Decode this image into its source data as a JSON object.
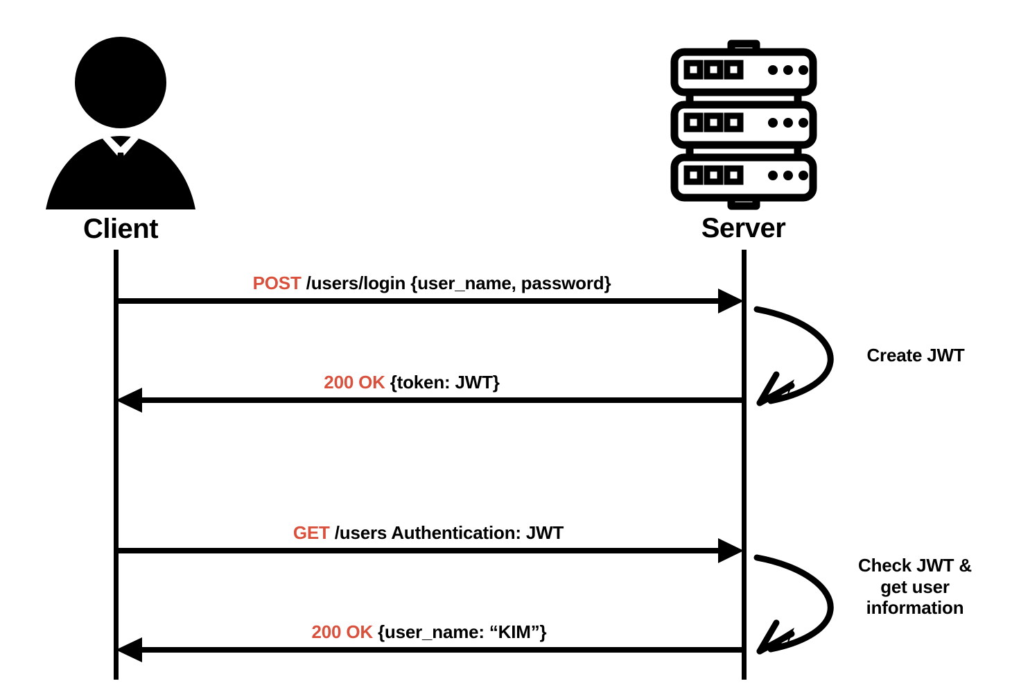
{
  "diagram": {
    "title": "JWT authentication sequence diagram",
    "accent_color": "#d9503c",
    "line_color": "#000000",
    "background": "#ffffff"
  },
  "actors": [
    {
      "id": "client",
      "label": "Client",
      "icon": "person-icon"
    },
    {
      "id": "server",
      "label": "Server",
      "icon": "server-rack-icon"
    }
  ],
  "messages": [
    {
      "id": "msg-1",
      "direction": "client-to-server",
      "verb": "POST",
      "detail": "/users/login {user_name, password}"
    },
    {
      "id": "msg-2",
      "direction": "server-to-client",
      "verb": "200 OK",
      "detail": "{token: JWT}"
    },
    {
      "id": "msg-3",
      "direction": "client-to-server",
      "verb": "GET",
      "detail": "/users Authentication: JWT"
    },
    {
      "id": "msg-4",
      "direction": "server-to-client",
      "verb": "200 OK",
      "detail": "{user_name: “KIM”}"
    }
  ],
  "self_actions": [
    {
      "id": "note-1",
      "lines": [
        "Create JWT"
      ]
    },
    {
      "id": "note-2",
      "lines": [
        "Check JWT &",
        "get user",
        "information"
      ]
    }
  ]
}
